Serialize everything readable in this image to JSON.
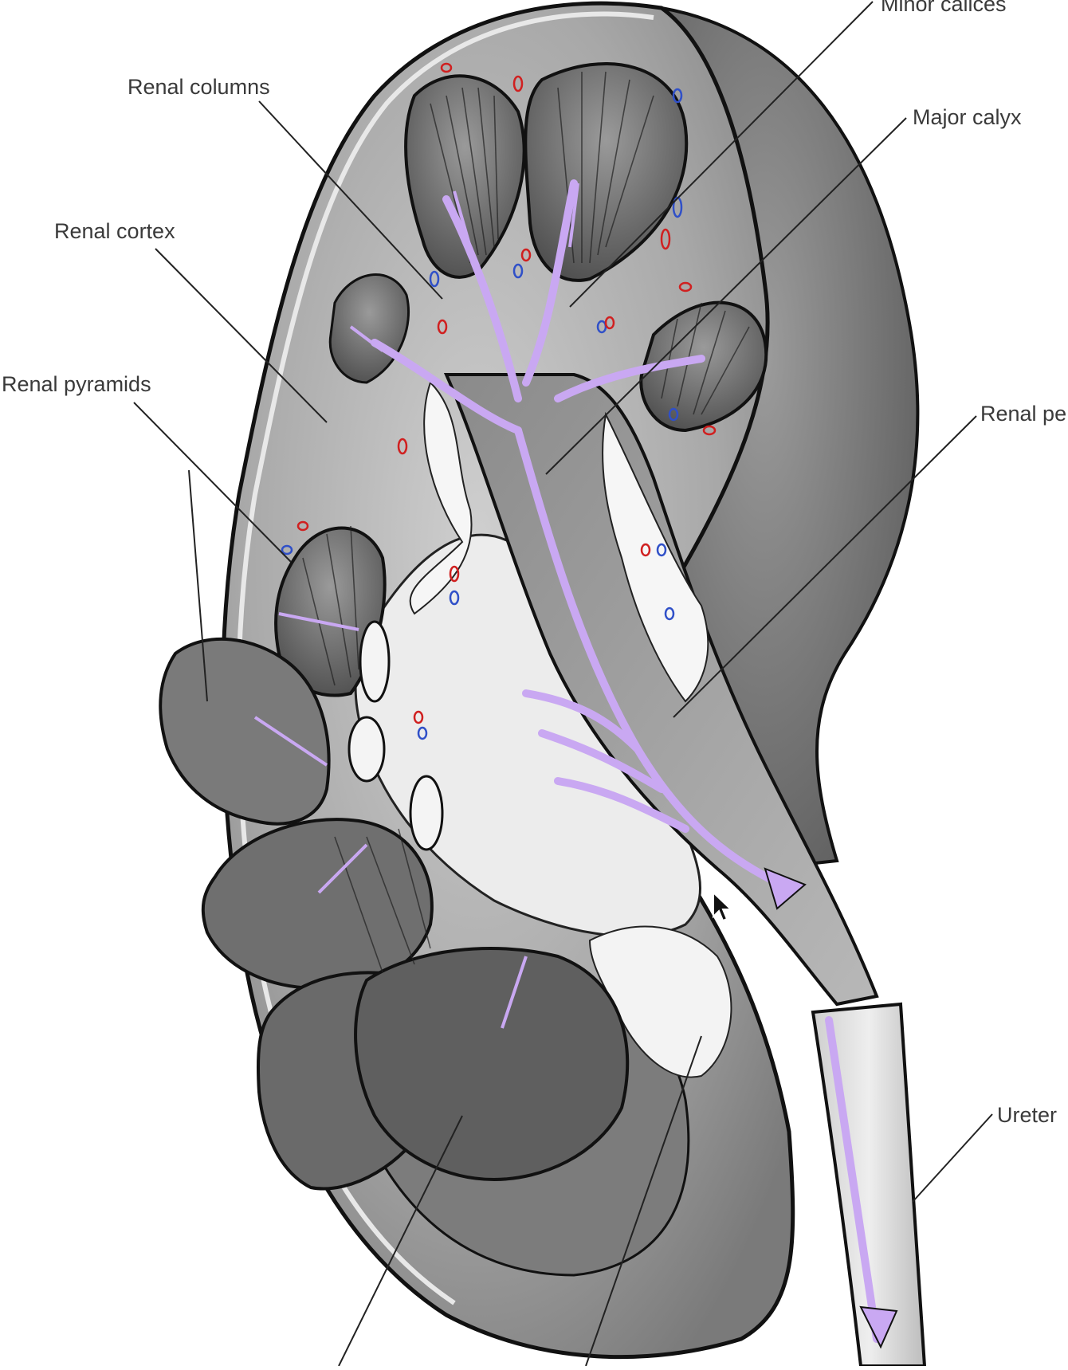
{
  "labels": {
    "renal_columns": "Renal columns",
    "renal_cortex": "Renal cortex",
    "renal_pyramids": "Renal pyramids",
    "minor_calices": "Minor calices",
    "major_calyx": "Major calyx",
    "renal_pelvis": "Renal pe",
    "ureter": "Ureter"
  },
  "colors": {
    "outline": "#111111",
    "capsule": "#d9d9d9",
    "cortex": "#b5b5b5",
    "medulla": "#8f8f8f",
    "pyramid_outer": "#6f6f6f",
    "sinus_fat": "#f2f2f2",
    "urine_flow": "#c9a8f2",
    "vein_blue": "#3050c8",
    "artery_red": "#d02020",
    "leader_line": "#222222",
    "label_text": "#3a3a3a"
  }
}
